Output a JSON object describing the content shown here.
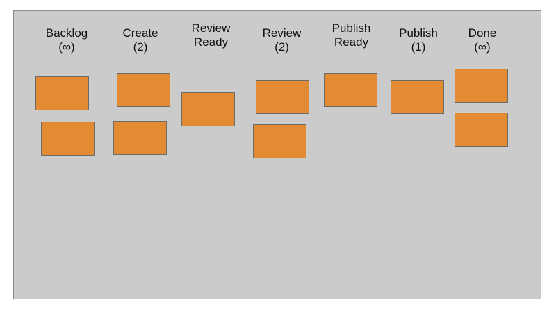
{
  "columns": [
    {
      "line1": "Backlog",
      "line2": "(∞)"
    },
    {
      "line1": "Create",
      "line2": "(2)"
    },
    {
      "line1": "Review",
      "line2": "Ready"
    },
    {
      "line1": "Review",
      "line2": "(2)"
    },
    {
      "line1": "Publish",
      "line2": "Ready"
    },
    {
      "line1": "Publish",
      "line2": "(1)"
    },
    {
      "line1": "Done",
      "line2": "(∞)"
    }
  ],
  "colors": {
    "board": "#cbcbcb",
    "card": "#e38b33",
    "line": "#6a6a6a"
  }
}
